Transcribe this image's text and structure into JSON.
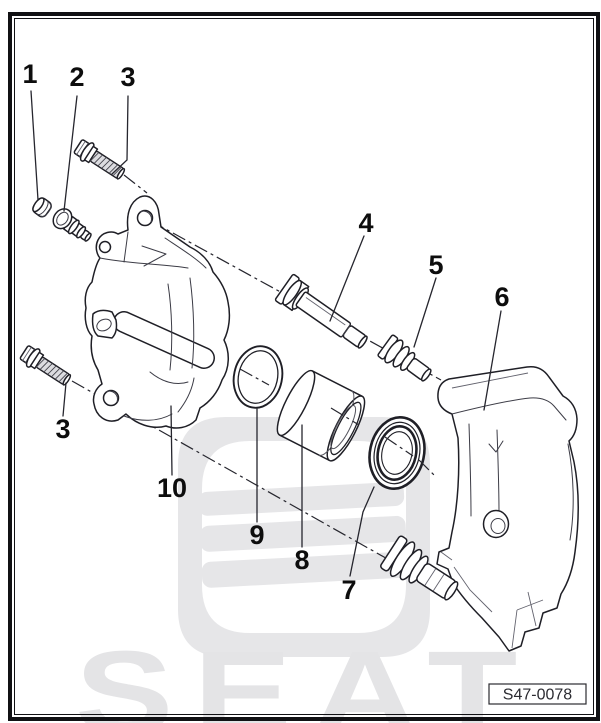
{
  "figure": {
    "code": "S47-0078"
  },
  "watermark": {
    "text": "SEAT"
  },
  "callouts": [
    {
      "num": "1"
    },
    {
      "num": "2"
    },
    {
      "num": "3"
    },
    {
      "num": "4"
    },
    {
      "num": "5"
    },
    {
      "num": "6"
    },
    {
      "num": "3"
    },
    {
      "num": "10"
    },
    {
      "num": "9"
    },
    {
      "num": "8"
    },
    {
      "num": "7"
    }
  ],
  "colors": {
    "line": "#1f1f26",
    "watermark": "#e6e6e8",
    "background": "#ffffff"
  }
}
